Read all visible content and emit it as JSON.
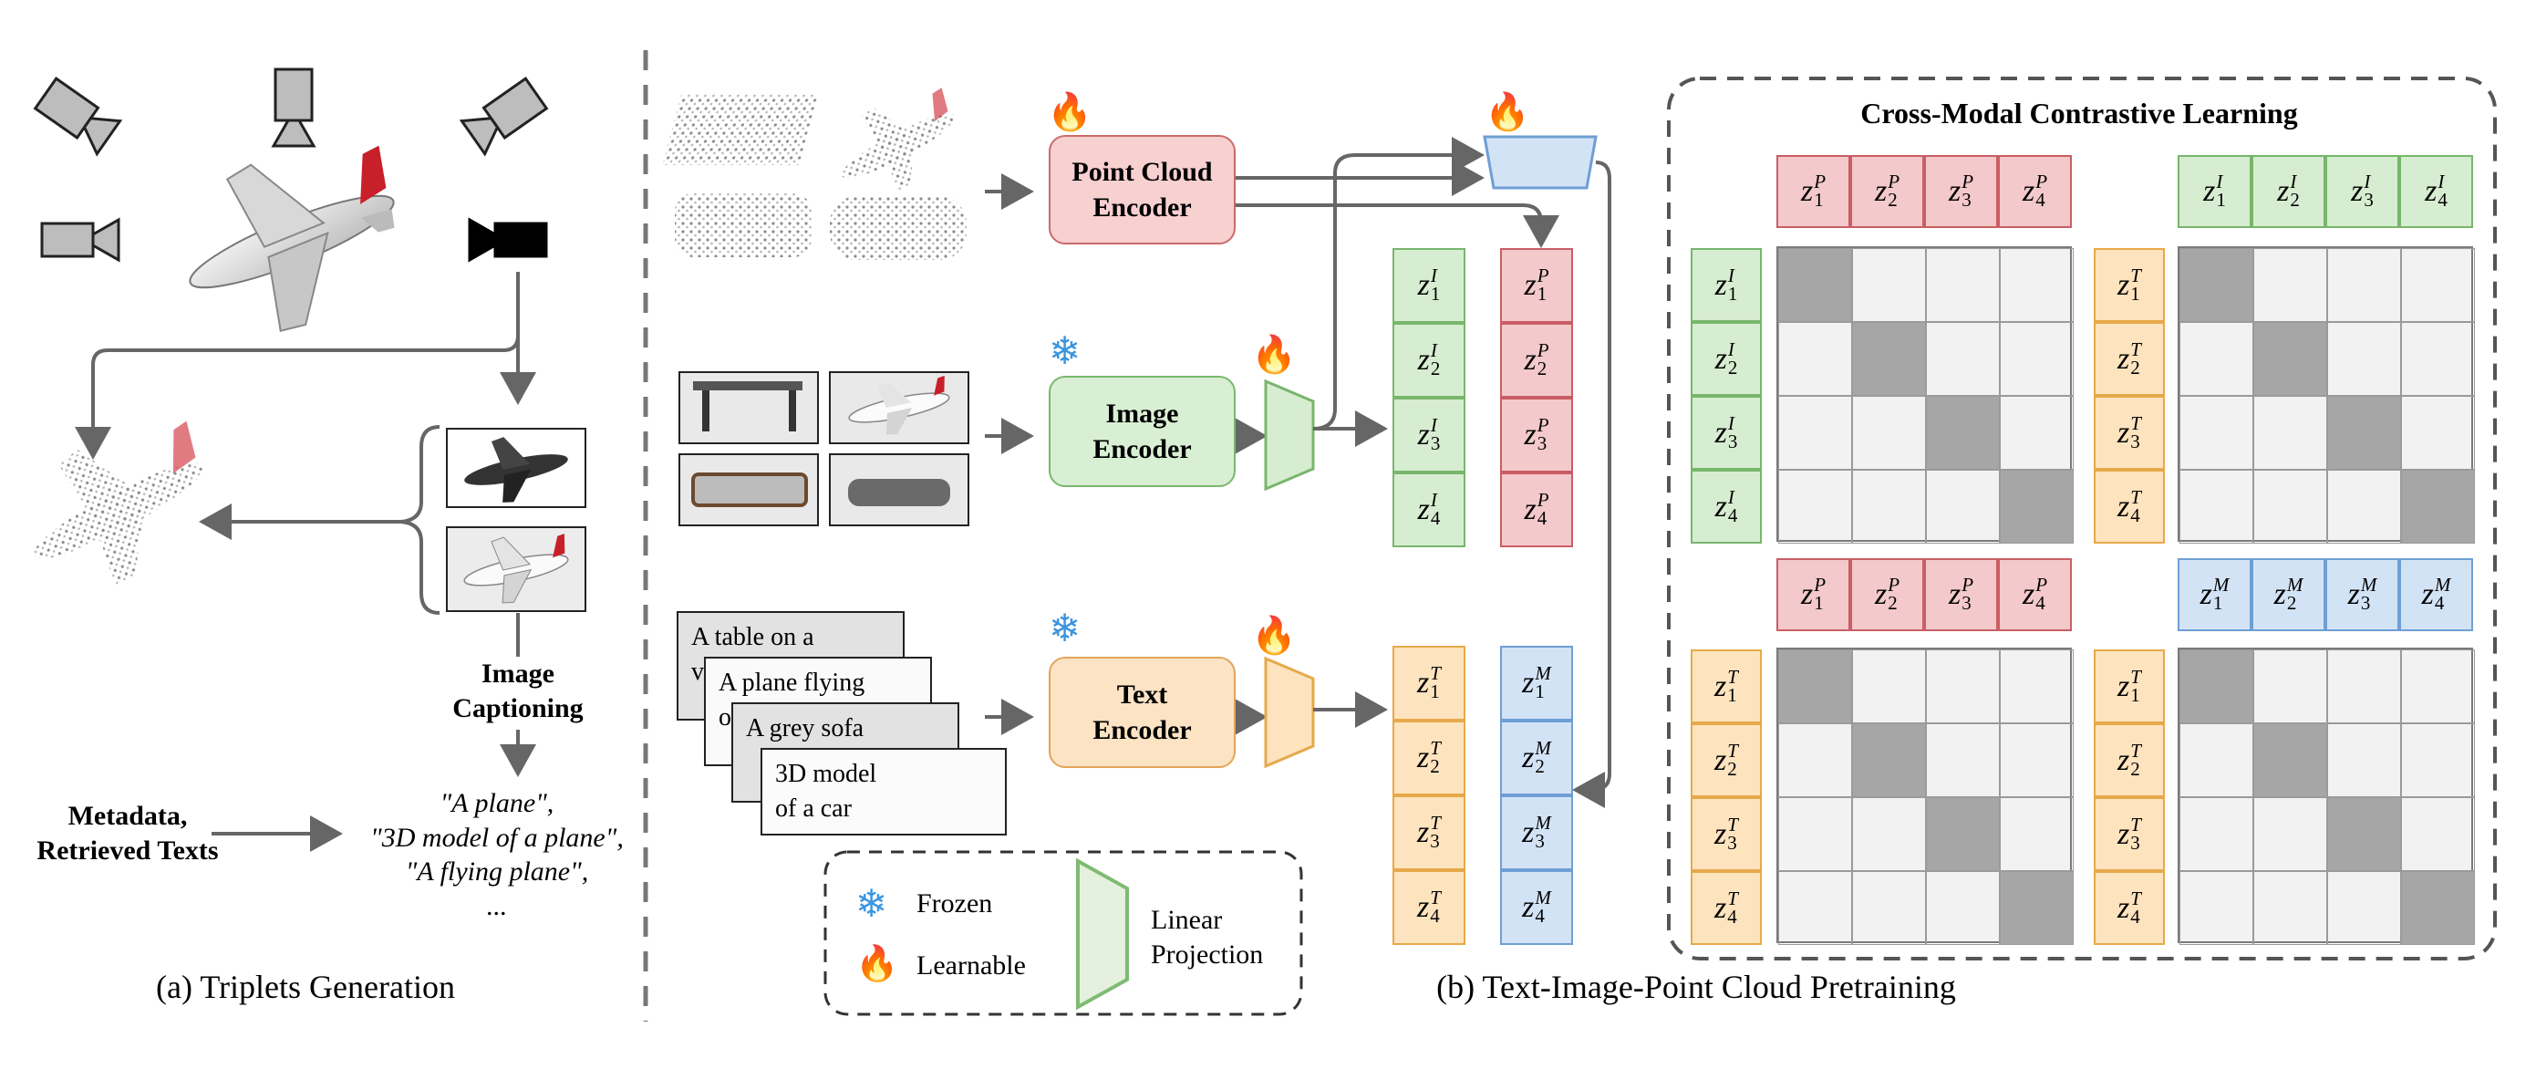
{
  "left_panel": {
    "caption": "(a) Triplets Generation",
    "image_captioning": [
      "Image",
      "Captioning"
    ],
    "metadata": [
      "Metadata,",
      "Retrieved Texts"
    ],
    "generated_texts": [
      "\"A plane\",",
      "\"3D model of a plane\",",
      "\"A flying plane\",",
      "..."
    ]
  },
  "right_panel": {
    "caption": "(b) Text-Image-Point Cloud Pretraining",
    "point_cloud_encoder": [
      "Point Cloud",
      "Encoder"
    ],
    "image_encoder": [
      "Image",
      "Encoder"
    ],
    "text_encoder": [
      "Text",
      "Encoder"
    ],
    "text_cards": [
      [
        "A table on a",
        "v"
      ],
      [
        "A plane flying",
        "o"
      ],
      [
        "A grey sofa",
        ""
      ],
      [
        "3D model",
        "of a car"
      ]
    ],
    "legend": {
      "frozen": "Frozen",
      "learnable": "Learnable",
      "linear_projection": [
        "Linear",
        "Projection"
      ]
    },
    "contrastive_title": "Cross-Modal Contrastive Learning"
  },
  "embeddings": {
    "I": [
      "1",
      "2",
      "3",
      "4"
    ],
    "P": [
      "1",
      "2",
      "3",
      "4"
    ],
    "T": [
      "1",
      "2",
      "3",
      "4"
    ],
    "M": [
      "1",
      "2",
      "3",
      "4"
    ]
  },
  "colors": {
    "point": "#f3c9cb",
    "image": "#d7edd1",
    "text": "#fde3be",
    "multimodal": "#d3e3f6",
    "arrow": "#666666",
    "matched_cell": "#a6a6a6"
  },
  "icons": [
    "camera-icon",
    "snowflake-icon",
    "flame-icon",
    "airplane-render",
    "point-cloud"
  ]
}
